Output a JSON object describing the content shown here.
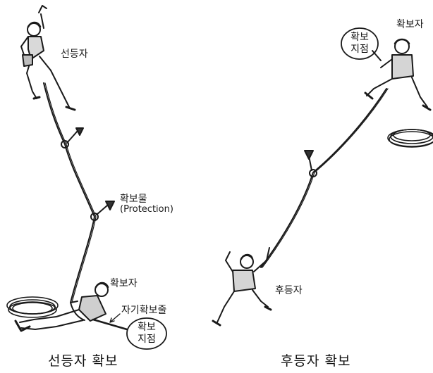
{
  "left_panel": {
    "leader_label": "선등자",
    "protection_label": "확보물",
    "protection_english": "(Protection)",
    "belayer_label": "확보자",
    "self_belay_label": "자기확보줄",
    "anchor_label_line1": "확보",
    "anchor_label_line2": "지점",
    "caption": "선등자 확보"
  },
  "right_panel": {
    "belayer_label": "확보자",
    "anchor_label_line1": "확보",
    "anchor_label_line2": "지점",
    "follower_label": "후등자",
    "caption": "후등자 확보"
  }
}
